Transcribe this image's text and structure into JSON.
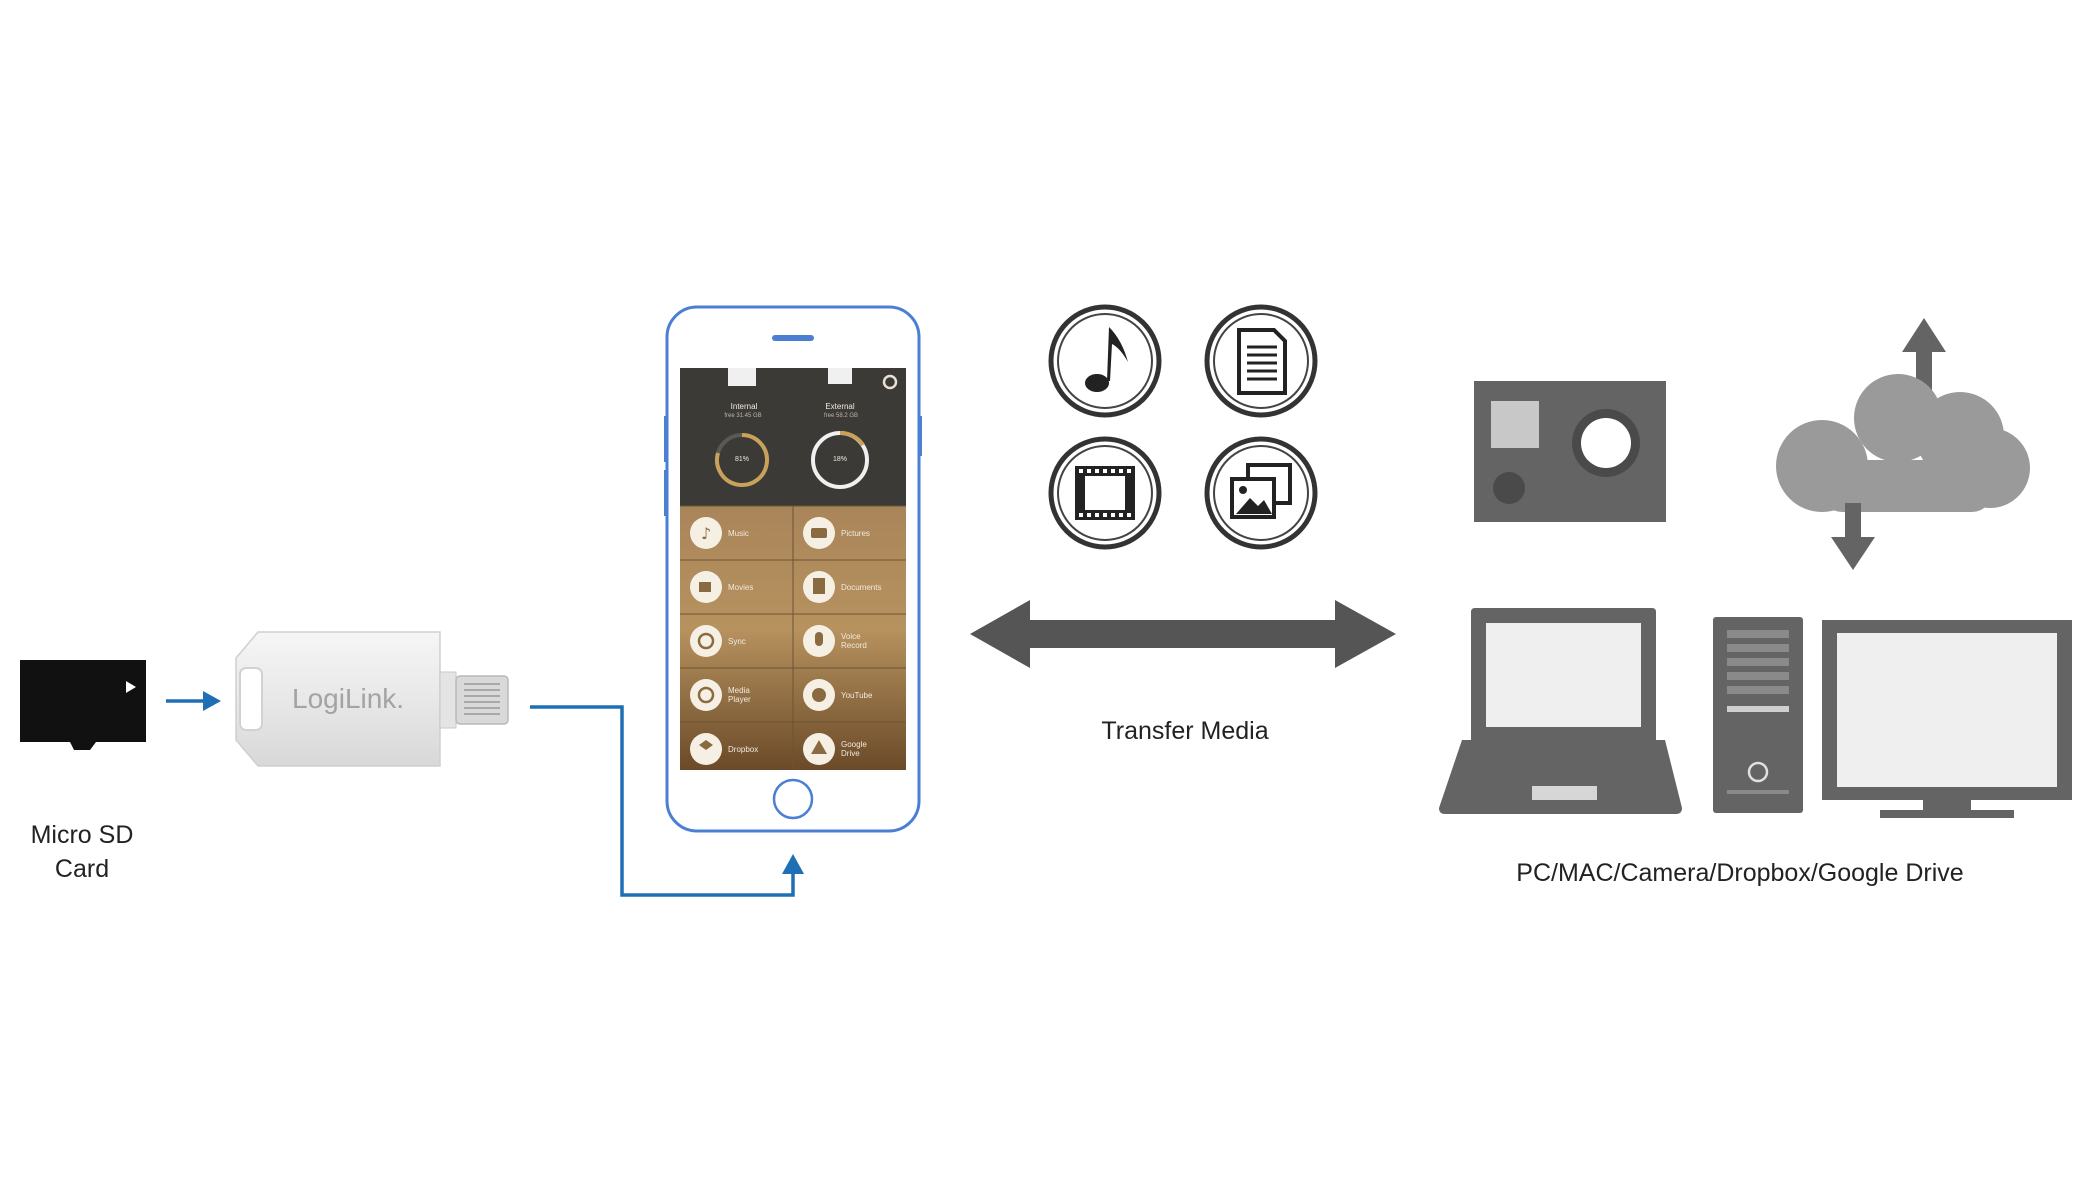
{
  "left": {
    "sd_caption_line1": "Micro SD",
    "sd_caption_line2": "Card",
    "reader_brand": "LogiLink."
  },
  "phone": {
    "internal_label": "Internal",
    "internal_free": "free 31.45 GB",
    "internal_percent": "81%",
    "external_label": "External",
    "external_free": "free 58.2 GB",
    "external_percent": "18%",
    "menu_items": [
      "Music",
      "Pictures",
      "Movies",
      "Documents",
      "Sync",
      "Voice Record",
      "Media Player",
      "YouTube",
      "Dropbox",
      "Google Drive"
    ]
  },
  "middle": {
    "transfer_caption": "Transfer Media",
    "media_icons": [
      "music-note-icon",
      "document-icon",
      "film-icon",
      "pictures-icon"
    ]
  },
  "right": {
    "devices_caption": "PC/MAC/Camera/Dropbox/Google Drive"
  },
  "colors": {
    "arrow_blue": "#1f6fb5",
    "icon_gray": "#646464",
    "phone_outline": "#4a7fd4",
    "app_bar": "#3b3a36",
    "gold": "#c9a15a"
  }
}
